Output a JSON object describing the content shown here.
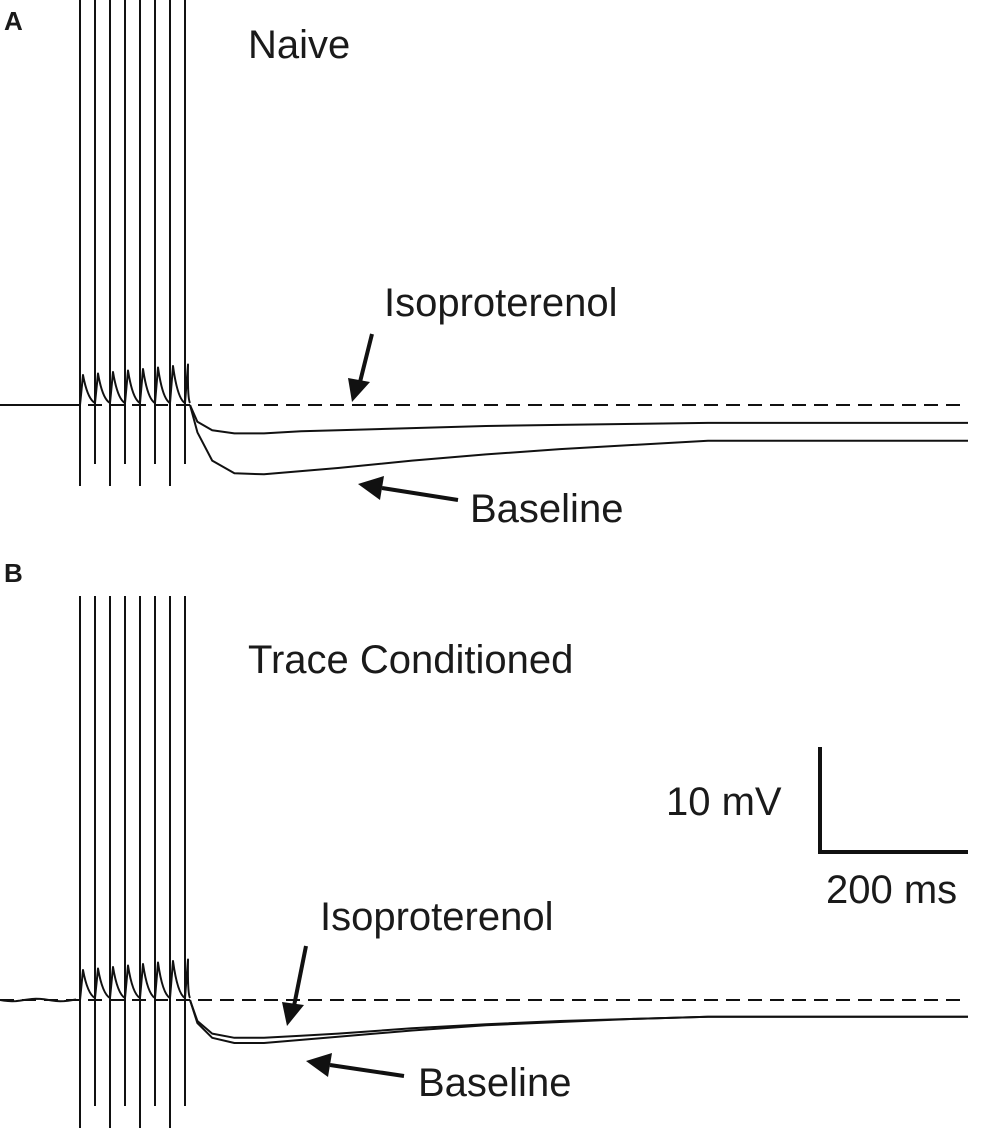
{
  "chart_data": [
    {
      "type": "line",
      "panel_label": "A",
      "title": "Naive",
      "x_unit": "ms",
      "y_unit": "mV",
      "baseline_mV": 0,
      "stimulus": {
        "spike_count": 8,
        "spike_times_ms": [
          -105,
          -81,
          -57,
          -33,
          -9,
          15,
          39,
          63
        ]
      },
      "series": [
        {
          "name": "Isoproterenol",
          "x": [
            0,
            10,
            30,
            60,
            100,
            150,
            200,
            300,
            400,
            500,
            600,
            700
          ],
          "y": [
            0,
            -1.6,
            -2.4,
            -2.7,
            -2.7,
            -2.5,
            -2.4,
            -2.2,
            -2.0,
            -1.9,
            -1.8,
            -1.7
          ]
        },
        {
          "name": "Baseline",
          "x": [
            0,
            10,
            30,
            60,
            100,
            150,
            200,
            300,
            400,
            500,
            600,
            700
          ],
          "y": [
            0,
            -2.6,
            -5.3,
            -6.5,
            -6.6,
            -6.3,
            -6.0,
            -5.3,
            -4.7,
            -4.2,
            -3.8,
            -3.4
          ]
        }
      ]
    },
    {
      "type": "line",
      "panel_label": "B",
      "title": "Trace Conditioned",
      "x_unit": "ms",
      "y_unit": "mV",
      "baseline_mV": 0,
      "stimulus": {
        "spike_count": 8,
        "spike_times_ms": [
          -105,
          -81,
          -57,
          -33,
          -9,
          15,
          39,
          63
        ]
      },
      "series": [
        {
          "name": "Isoproterenol",
          "x": [
            0,
            10,
            30,
            60,
            100,
            150,
            200,
            300,
            400,
            500,
            600,
            700
          ],
          "y": [
            0,
            -2.0,
            -3.2,
            -3.6,
            -3.6,
            -3.4,
            -3.2,
            -2.7,
            -2.3,
            -2.0,
            -1.8,
            -1.6
          ]
        },
        {
          "name": "Baseline",
          "x": [
            0,
            10,
            30,
            60,
            100,
            150,
            200,
            300,
            400,
            500,
            600,
            700
          ],
          "y": [
            0,
            -2.2,
            -3.6,
            -4.1,
            -4.1,
            -3.8,
            -3.5,
            -2.9,
            -2.4,
            -2.1,
            -1.8,
            -1.6
          ]
        }
      ]
    }
  ],
  "panels": {
    "a": {
      "letter": "A",
      "title": "Naive",
      "label_iso": "Isoproterenol",
      "label_base": "Baseline"
    },
    "b": {
      "letter": "B",
      "title": "Trace Conditioned",
      "label_iso": "Isoproterenol",
      "label_base": "Baseline"
    }
  },
  "scale_bar": {
    "voltage_label": "10 mV",
    "voltage_value_mV": 10,
    "time_label": "200 ms",
    "time_value_ms": 200
  },
  "colors": {
    "ink": "#111111",
    "background": "#ffffff"
  }
}
